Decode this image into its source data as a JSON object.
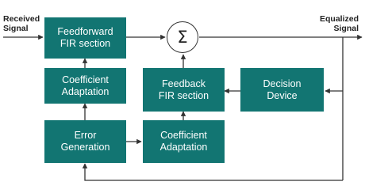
{
  "inputs": {
    "received_signal": "Received\nSignal",
    "equalized_signal": "Equalized\nSignal"
  },
  "blocks": {
    "feedforward_fir": "Feedforward\nFIR section",
    "coeff_adapt_ff": "Coefficient\nAdaptation",
    "error_generation": "Error\nGeneration",
    "feedback_fir": "Feedback\nFIR section",
    "coeff_adapt_fb": "Coefficient\nAdaptation",
    "decision_device": "Decision\nDevice"
  },
  "summer_symbol": "Σ",
  "colors": {
    "block_fill": "#127572",
    "block_text": "#ffffff",
    "line": "#333333"
  }
}
